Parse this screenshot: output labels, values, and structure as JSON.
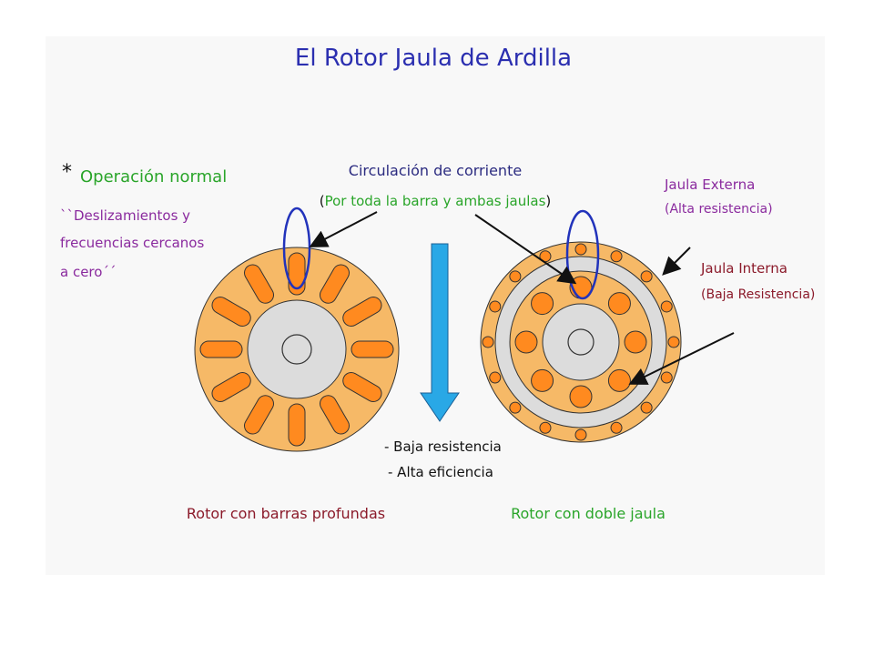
{
  "title": "El Rotor Jaula de Ardilla",
  "operation": {
    "marker": "*",
    "heading": "Operación normal",
    "note_line1": "``Deslizamientos y",
    "note_line2": "frecuencias cercanos",
    "note_line3": "a cero´´"
  },
  "current": {
    "line1": "Circulación de corriente",
    "line2_open": "(",
    "line2_body": "Por toda la barra y ambas jaulas",
    "line2_close": ")"
  },
  "outer_cage": {
    "label": "Jaula Externa",
    "sub": "(Alta resistencia)"
  },
  "inner_cage": {
    "label": "Jaula Interna",
    "sub": "(Baja Resistencia)"
  },
  "benefits": {
    "item1": "- Baja resistencia",
    "item2": "- Alta eficiencia"
  },
  "captions": {
    "left": "Rotor con barras profundas",
    "right": "Rotor con doble jaula"
  },
  "colors": {
    "title": "#2b2fb0",
    "green": "#2aa52a",
    "purple": "#8a2a9e",
    "crimson": "#8b1a2a",
    "navy": "#2b2b80",
    "rotor": "#f6b967",
    "bar": "#ff8a1f",
    "core": "#dcdcdc",
    "arrow": "#29a8e6",
    "ellipse": "#2233bb"
  }
}
